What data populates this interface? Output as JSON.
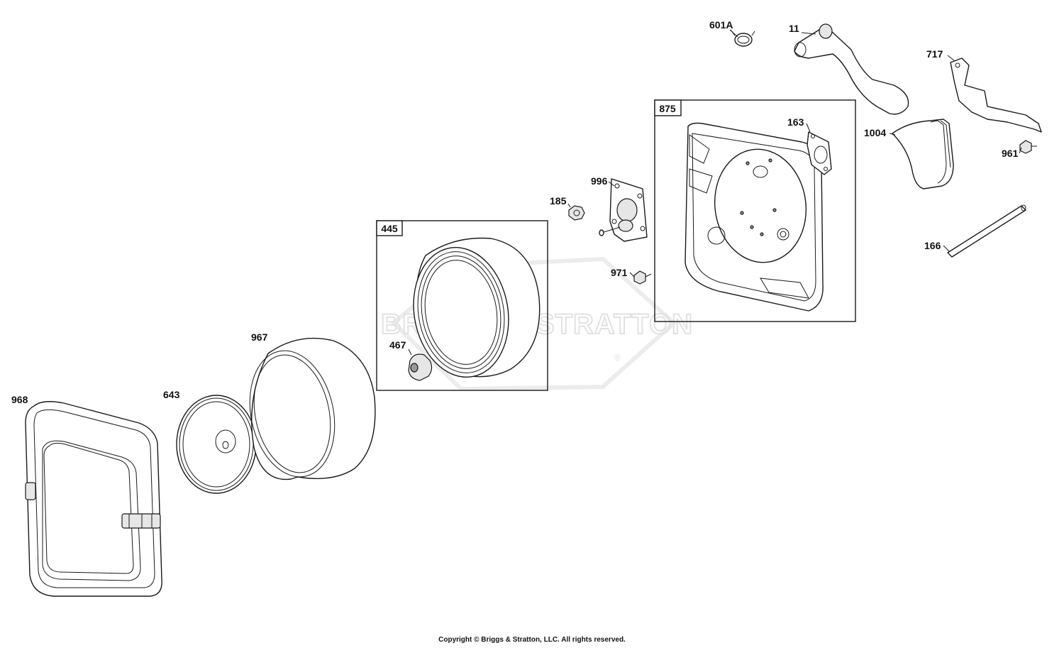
{
  "watermark": {
    "brand": "BRIGGS & STRATTON",
    "registered_mark": "®"
  },
  "kits": [
    {
      "id": "445"
    },
    {
      "id": "875"
    }
  ],
  "callouts": {
    "c601A": "601A",
    "c11": "11",
    "c717": "717",
    "c875": "875",
    "c163": "163",
    "c1004": "1004",
    "c961": "961",
    "c996": "996",
    "c185": "185",
    "c445": "445",
    "c971": "971",
    "c166": "166",
    "c967": "967",
    "c467": "467",
    "c968": "968",
    "c643": "643"
  },
  "footer": {
    "copyright": "Copyright © Briggs & Stratton, LLC. All rights reserved."
  }
}
